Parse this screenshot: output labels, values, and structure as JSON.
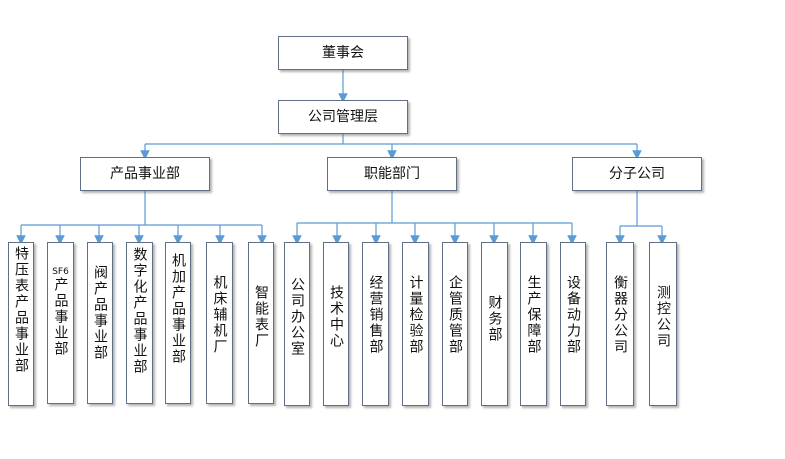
{
  "top": {
    "board": "董事会",
    "management": "公司管理层"
  },
  "divisions": {
    "product": "产品事业部",
    "functional": "职能部门",
    "subsidiary": "分子公司"
  },
  "product_units": [
    "特压表产品事业部",
    "SF6",
    "产品事业部",
    "阀产品事业部",
    "数字化产品事业部",
    "机加产品事业部",
    "机床辅机厂",
    "智能表厂"
  ],
  "functional_units": [
    "公司办公室",
    "技术中心",
    "经营销售部",
    "计量检验部",
    "企管质管部",
    "财务部",
    "生产保障部",
    "设备动力部"
  ],
  "subsidiary_units": [
    "衡器分公司",
    "测控公司"
  ],
  "colors": {
    "connector": "#5b9bd5",
    "border": "#5f6f86"
  }
}
